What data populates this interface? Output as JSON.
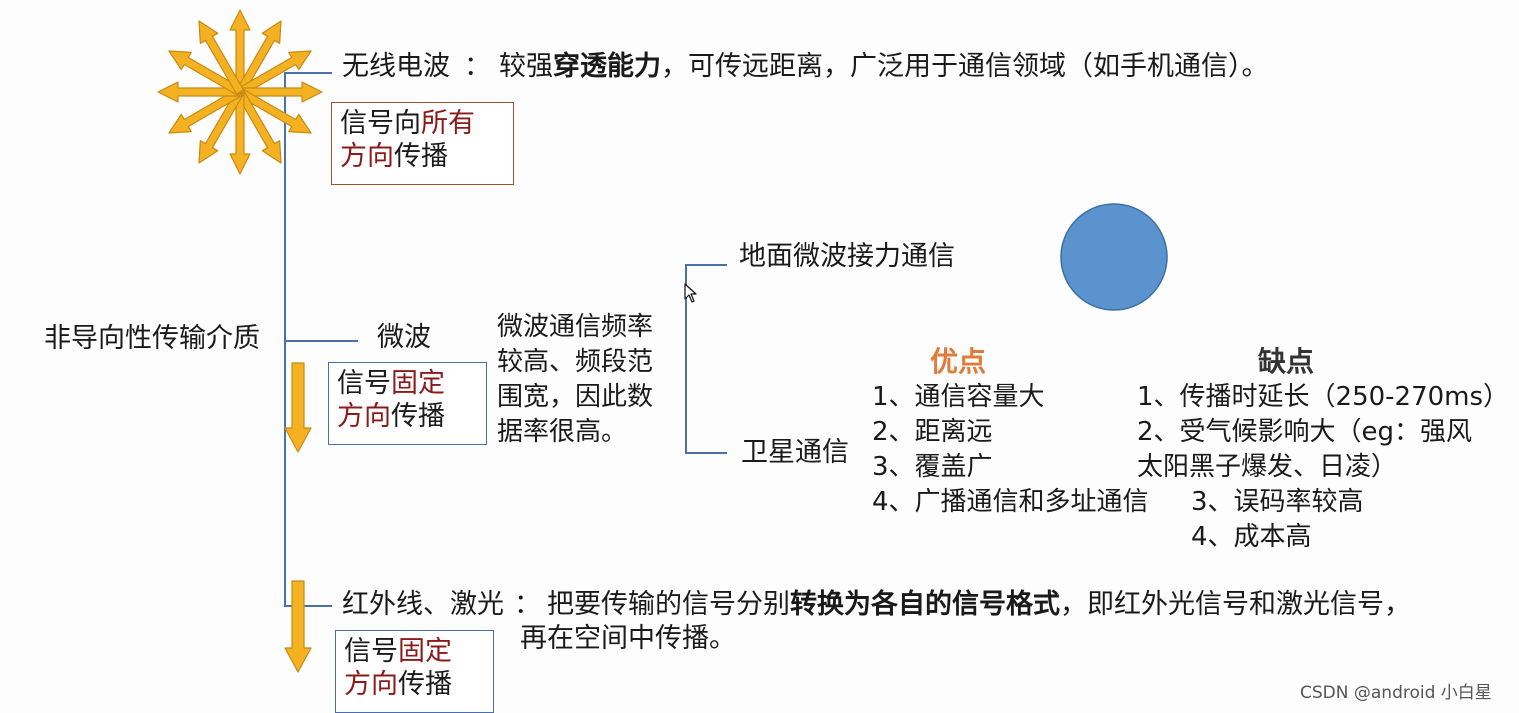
{
  "colors": {
    "arrow_fill": "#f4b223",
    "arrow_stroke": "#c78a12",
    "line": "#4a72a8",
    "box_border_brown": "#a0522d",
    "highlight_red": "#8b1a1a",
    "circle_fill": "#5b93cf",
    "advantage_header": "#e07b39"
  },
  "root": {
    "label": "非导向性传输介质"
  },
  "radio": {
    "title": "无线电波",
    "sep": "：",
    "desc_pre": "较强",
    "desc_bold": "穿透能力",
    "desc_post": "，可传远距离，广泛用于通信领域（如手机通信）。",
    "box_line1_pre": "信号向",
    "box_line1_red": "所有",
    "box_line2_red": "方向",
    "box_line2_post": "传播",
    "icon": "omnidirectional-arrows-icon"
  },
  "microwave": {
    "title": "微波",
    "box_line1_pre": "信号",
    "box_line1_red": "固定",
    "box_line2_red": "方向",
    "box_line2_post": "传播",
    "desc_lines": [
      "微波通信频率",
      "较高、频段范",
      "围宽，因此数",
      "据率很高。"
    ],
    "branch_terrestrial": "地面微波接力通信",
    "branch_satellite": "卫星通信",
    "icon": "down-arrow-icon"
  },
  "satellite": {
    "adv_header": "优点",
    "dis_header": "缺点",
    "advantages": [
      "1、通信容量大",
      "2、距离远",
      "3、覆盖广",
      "4、广播通信和多址通信"
    ],
    "disadvantages": [
      "1、传播时延长（250-270ms）",
      "2、受气候影响大（eg：强风",
      "太阳黑子爆发、日凌）",
      "3、误码率较高",
      "4、成本高"
    ]
  },
  "infrared": {
    "title": "红外线、激光",
    "sep": "：",
    "desc_pre": "把要传输的信号分别",
    "desc_bold": "转换为各自的信号格式",
    "desc_post": "，即红外光信号和激光信号，",
    "desc_line2": "再在空间中传播。",
    "box_line1_pre": "信号",
    "box_line1_red": "固定",
    "box_line2_red": "方向",
    "box_line2_post": "传播",
    "icon": "down-arrow-icon"
  },
  "watermark": "CSDN @android 小白星"
}
